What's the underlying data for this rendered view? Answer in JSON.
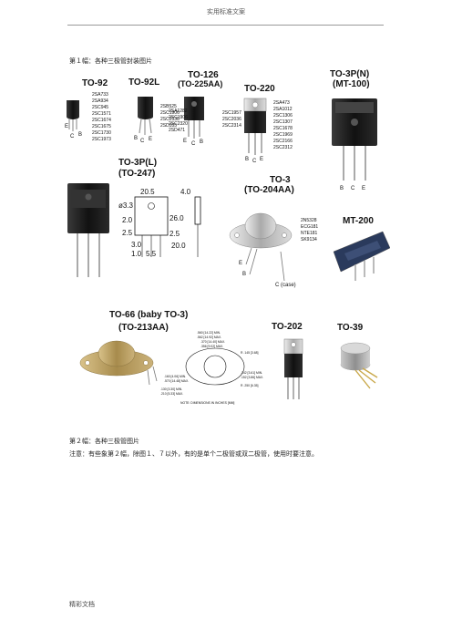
{
  "header": {
    "title": "实用标准文案"
  },
  "caption1": "第１幅：各种三极管封装图片",
  "figure": {
    "to92": {
      "name": "TO-92",
      "parts": [
        "2SA733",
        "2SA934",
        "2SC945",
        "2SC1571",
        "2SC1674",
        "2SC1675",
        "2SC1730",
        "2SC1973"
      ],
      "pins": [
        "E",
        "C",
        "B"
      ]
    },
    "to92l": {
      "name": "TO-92L",
      "parts": [
        "2SB525",
        "2SC1906",
        "2SC2538",
        "2SD355"
      ],
      "pins": [
        "B",
        "C",
        "E"
      ]
    },
    "to126": {
      "name": "TO-126",
      "alt": "(TO-225AA)",
      "parts": [
        "2SA1282",
        "2SC1906",
        "2SC2320",
        "2SD471"
      ],
      "pins": [
        "E",
        "C",
        "B"
      ]
    },
    "to220": {
      "name": "TO-220",
      "parts": [
        "2SC1957",
        "2SC2036",
        "2SC2314"
      ],
      "parts2": [
        "2SA473",
        "2SA1012",
        "2SC1306",
        "2SC1307",
        "2SC1678",
        "2SC1969",
        "2SC2166",
        "2SC2312"
      ],
      "pins": [
        "B",
        "C",
        "E"
      ]
    },
    "to3pn": {
      "name": "TO-3P(N)",
      "alt": "(MT-100)",
      "pins": [
        "B",
        "C",
        "E"
      ]
    },
    "to3pl": {
      "name": "TO-3P(L)",
      "alt": "(TO-247)",
      "dims": [
        "20.5",
        "4.0",
        "ø3.3",
        "2.0",
        "2.5",
        "26.0",
        "3.0",
        "2.5",
        "20.0",
        "1.0",
        "5.5"
      ]
    },
    "to3": {
      "name": "TO-3",
      "alt": "(TO-204AA)",
      "parts": [
        "2N5328",
        "ECG181",
        "NTE181",
        "SK9134"
      ],
      "pins": [
        "E",
        "B",
        "C (case)"
      ]
    },
    "mt200": {
      "name": "MT-200"
    },
    "to66": {
      "name": "TO-66 (baby TO-3)",
      "alt": "(TO-213AA)",
      "note": "NOTE: DIMENSIONS IN INCHES [MM]",
      "dims": [
        ".560 [14.22] MIN.",
        ".562 [14.92] MAX.",
        ".370 [14.40] MAX.",
        ".356 [9.02] MAX.",
        "R .145 [3.68]",
        ".160 [4.06] MIN.",
        ".570 [14.48] MAX.",
        ".130 [3.30] MIN.",
        ".210 [5.33] MAX.",
        ".142 [3.61] MIN.",
        ".152 [3.86] MAX.",
        "R .250 [6.35]"
      ]
    },
    "to202": {
      "name": "TO-202"
    },
    "to39": {
      "name": "TO-39"
    }
  },
  "caption2": "第２幅：各种三极管图片",
  "note": "注意：有些象第２幅，除图１、７以外，有的是单个二极管或双二极管，使用时要注意。",
  "footer": "精彩文档"
}
